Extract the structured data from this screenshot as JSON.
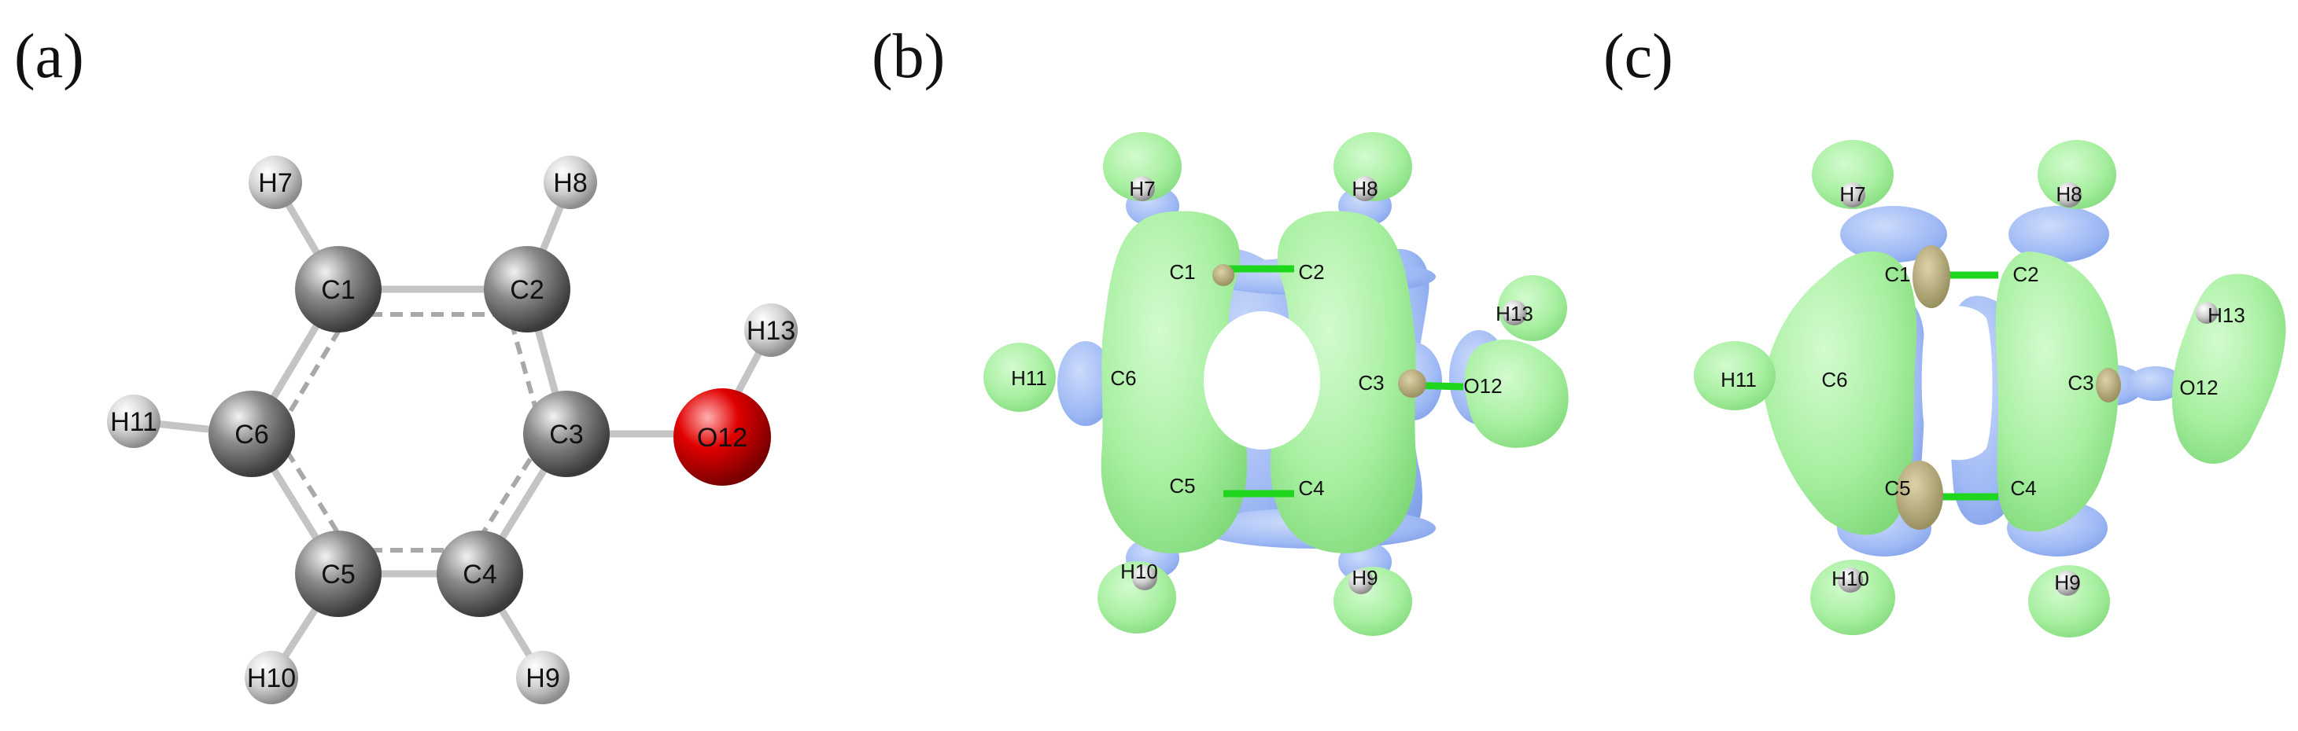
{
  "figure": {
    "panels": [
      {
        "id": "a",
        "label": "(a)"
      },
      {
        "id": "b",
        "label": "(b)"
      },
      {
        "id": "c",
        "label": "(c)"
      }
    ],
    "atoms": {
      "C1": "C1",
      "C2": "C2",
      "C3": "C3",
      "C4": "C4",
      "C5": "C5",
      "C6": "C6",
      "H7": "H7",
      "H8": "H8",
      "H9": "H9",
      "H10": "H10",
      "H11": "H11",
      "O12": "O12",
      "H13": "H13"
    },
    "colors": {
      "carbon": "#6e6e6e",
      "hydrogen": "#d4d4d4",
      "oxygen": "#e00000",
      "bond": "#b8b8b8",
      "lobe_green": "#a7efa0",
      "lobe_blue": "#9db8f4",
      "lobe_tan": "#b3a97a",
      "cc_bond_green": "#1ed61e"
    }
  }
}
